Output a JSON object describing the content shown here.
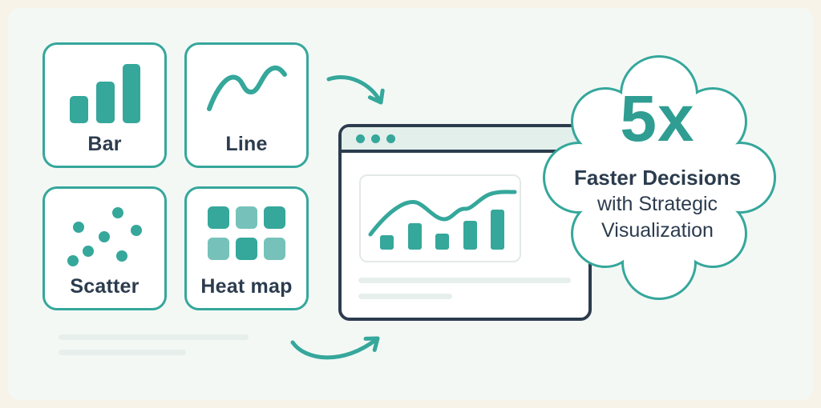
{
  "palette": {
    "teal": "#35a79b",
    "teal_light": "#76c2ba",
    "teal_text": "#2f9d92",
    "navy": "#2c3c4e",
    "frame": "#f8f3e9",
    "canvas": "#f3f8f5",
    "titlebar": "#e2efeb",
    "placeholder": "#e7efec",
    "panel_border": "#e3e9e7",
    "white": "#ffffff"
  },
  "cards": [
    {
      "label": "Bar",
      "icon": "bar-chart-icon"
    },
    {
      "label": "Line",
      "icon": "line-chart-icon"
    },
    {
      "label": "Scatter",
      "icon": "scatter-plot-icon"
    },
    {
      "label": "Heat map",
      "icon": "heat-map-icon"
    }
  ],
  "browser": {
    "titlebar_dots": 3,
    "placeholder_lines": 2
  },
  "callout": {
    "stat": "5x",
    "line1": "Faster Decisions",
    "line2": "with Strategic",
    "line3": "Visualization"
  },
  "chart_data": {
    "type": "bar",
    "values": [
      18,
      33,
      20,
      36,
      50
    ],
    "overlay": "rising wavy trend line",
    "title": "",
    "xlabel": "",
    "ylabel": "",
    "legend": false,
    "grid": false
  }
}
